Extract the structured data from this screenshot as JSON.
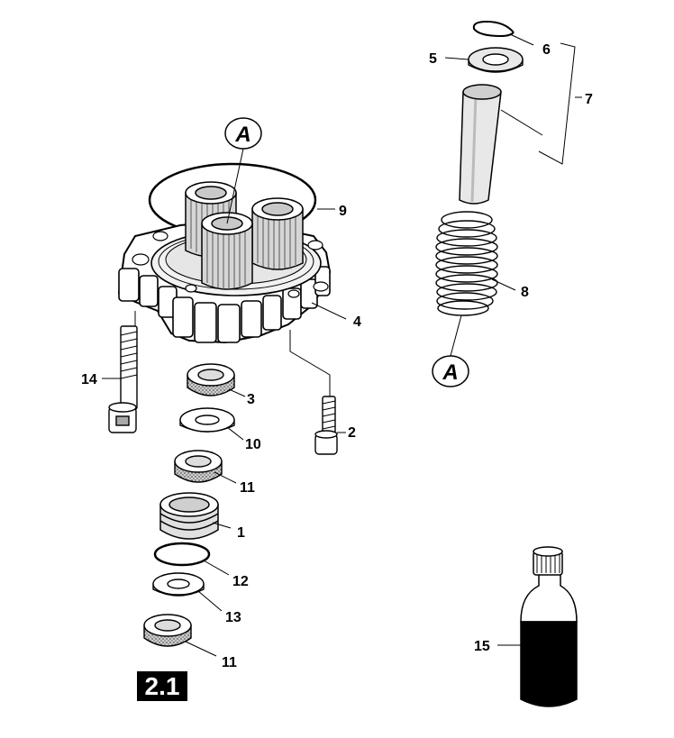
{
  "diagram": {
    "section_tag": "2.1",
    "callouts": [
      {
        "id": "c1",
        "text": "1"
      },
      {
        "id": "c2",
        "text": "2"
      },
      {
        "id": "c3",
        "text": "3"
      },
      {
        "id": "c4",
        "text": "4"
      },
      {
        "id": "c5",
        "text": "5"
      },
      {
        "id": "c6",
        "text": "6"
      },
      {
        "id": "c7",
        "text": "7"
      },
      {
        "id": "c8",
        "text": "8"
      },
      {
        "id": "c9",
        "text": "9"
      },
      {
        "id": "c10",
        "text": "10"
      },
      {
        "id": "c11a",
        "text": "11"
      },
      {
        "id": "c11b",
        "text": "11"
      },
      {
        "id": "c12",
        "text": "12"
      },
      {
        "id": "c13",
        "text": "13"
      },
      {
        "id": "c14",
        "text": "14"
      },
      {
        "id": "c15",
        "text": "15"
      }
    ],
    "reference_markers": [
      {
        "id": "ref-top",
        "text": "A"
      },
      {
        "id": "ref-bottom",
        "text": "A"
      }
    ],
    "colors": {
      "ink": "#000000",
      "paper": "#ffffff",
      "shade": "#d9d9d9",
      "mid": "#a8a8a8"
    }
  }
}
